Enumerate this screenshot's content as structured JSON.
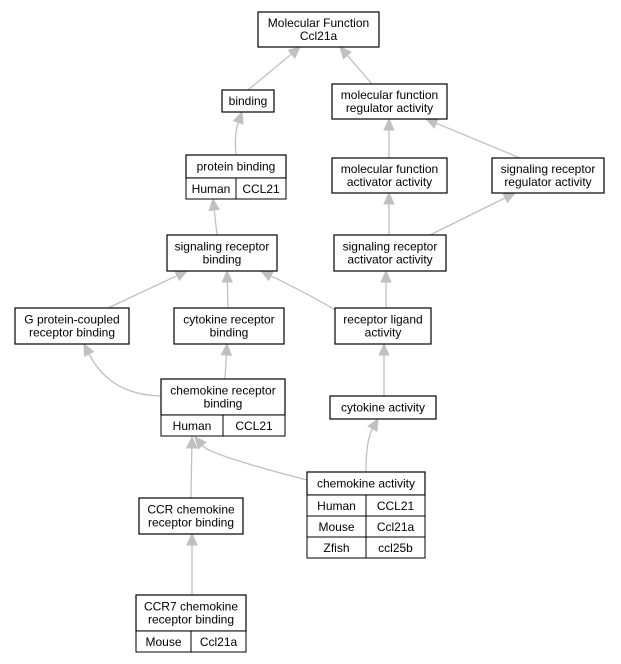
{
  "colors": {
    "edge": "#c0c0c0",
    "Human": "#f4624a",
    "Mouse": "#add8e6",
    "Zfish": "#6495ed"
  },
  "nodes": {
    "molecular_function": {
      "lines": [
        "Molecular Function",
        "Ccl21a"
      ],
      "annotations": []
    },
    "binding": {
      "lines": [
        "binding"
      ],
      "annotations": []
    },
    "mf_regulator": {
      "lines": [
        "molecular function",
        "regulator activity"
      ],
      "annotations": []
    },
    "protein_binding": {
      "lines": [
        "protein binding"
      ],
      "annotations": [
        {
          "species": "Human",
          "gene": "CCL21"
        }
      ]
    },
    "mf_activator": {
      "lines": [
        "molecular function",
        "activator activity"
      ],
      "annotations": []
    },
    "sig_rec_regulator": {
      "lines": [
        "signaling receptor",
        "regulator activity"
      ],
      "annotations": []
    },
    "sig_rec_binding": {
      "lines": [
        "signaling receptor",
        "binding"
      ],
      "annotations": []
    },
    "sig_rec_activator": {
      "lines": [
        "signaling receptor",
        "activator activity"
      ],
      "annotations": []
    },
    "gpcr_binding": {
      "lines": [
        "G protein-coupled",
        "receptor binding"
      ],
      "annotations": []
    },
    "cytokine_rec_binding": {
      "lines": [
        "cytokine receptor",
        "binding"
      ],
      "annotations": []
    },
    "rec_ligand": {
      "lines": [
        "receptor ligand",
        "activity"
      ],
      "annotations": []
    },
    "chemokine_rec_binding": {
      "lines": [
        "chemokine receptor",
        "binding"
      ],
      "annotations": [
        {
          "species": "Human",
          "gene": "CCL21"
        }
      ]
    },
    "cytokine_activity": {
      "lines": [
        "cytokine activity"
      ],
      "annotations": []
    },
    "chemokine_activity": {
      "lines": [
        "chemokine activity"
      ],
      "annotations": [
        {
          "species": "Human",
          "gene": "CCL21"
        },
        {
          "species": "Mouse",
          "gene": "Ccl21a"
        },
        {
          "species": "Zfish",
          "gene": "ccl25b"
        }
      ]
    },
    "ccr_chemokine_binding": {
      "lines": [
        "CCR chemokine",
        "receptor binding"
      ],
      "annotations": []
    },
    "ccr7_chemokine_binding": {
      "lines": [
        "CCR7 chemokine",
        "receptor binding"
      ],
      "annotations": [
        {
          "species": "Mouse",
          "gene": "Ccl21a"
        }
      ]
    }
  },
  "edges": [
    {
      "from": "binding",
      "to": "molecular_function"
    },
    {
      "from": "mf_regulator",
      "to": "molecular_function"
    },
    {
      "from": "protein_binding",
      "to": "binding"
    },
    {
      "from": "mf_activator",
      "to": "mf_regulator"
    },
    {
      "from": "sig_rec_regulator",
      "to": "mf_regulator"
    },
    {
      "from": "sig_rec_binding",
      "to": "protein_binding"
    },
    {
      "from": "sig_rec_activator",
      "to": "mf_activator"
    },
    {
      "from": "sig_rec_activator",
      "to": "sig_rec_regulator"
    },
    {
      "from": "gpcr_binding",
      "to": "sig_rec_binding"
    },
    {
      "from": "cytokine_rec_binding",
      "to": "sig_rec_binding"
    },
    {
      "from": "rec_ligand",
      "to": "sig_rec_binding"
    },
    {
      "from": "rec_ligand",
      "to": "sig_rec_activator"
    },
    {
      "from": "chemokine_rec_binding",
      "to": "gpcr_binding"
    },
    {
      "from": "chemokine_rec_binding",
      "to": "cytokine_rec_binding"
    },
    {
      "from": "cytokine_activity",
      "to": "rec_ligand"
    },
    {
      "from": "chemokine_activity",
      "to": "chemokine_rec_binding"
    },
    {
      "from": "chemokine_activity",
      "to": "cytokine_activity"
    },
    {
      "from": "ccr_chemokine_binding",
      "to": "chemokine_rec_binding"
    },
    {
      "from": "ccr7_chemokine_binding",
      "to": "ccr_chemokine_binding"
    }
  ]
}
